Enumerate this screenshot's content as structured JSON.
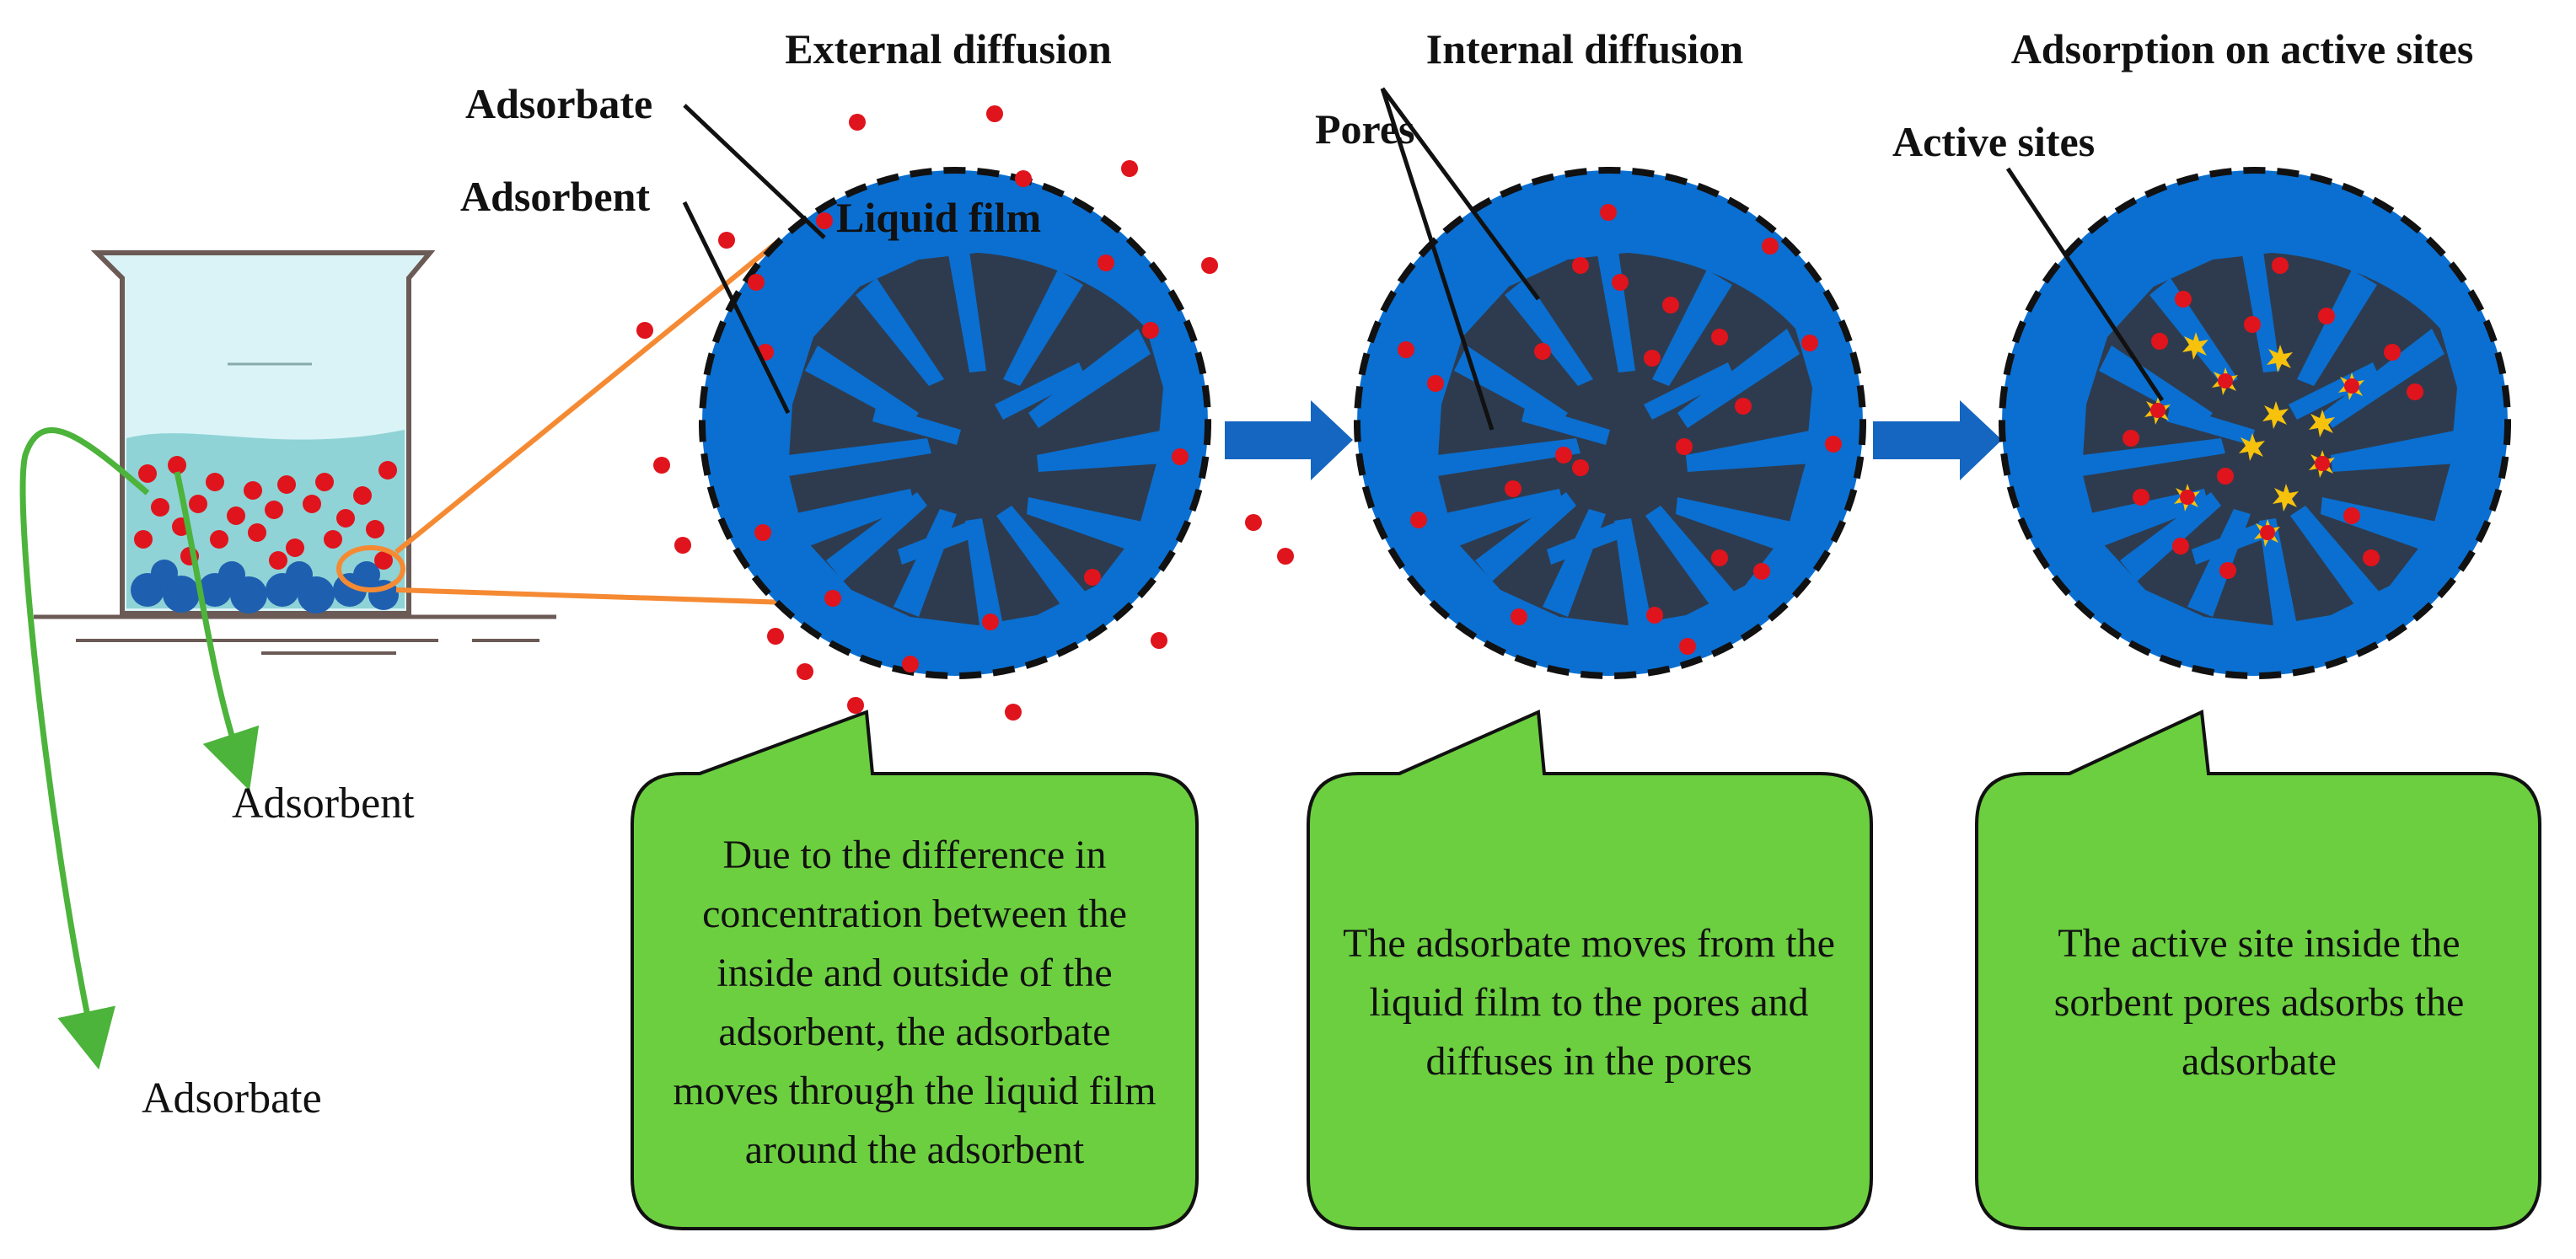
{
  "headings": {
    "external": "External diffusion",
    "internal": "Internal diffusion",
    "adsorption": "Adsorption on active sites"
  },
  "labels": {
    "adsorbate_top": "Adsorbate",
    "adsorbent_top": "Adsorbent",
    "liquid_film": "Liquid film",
    "pores": "Pores",
    "active_sites": "Active sites",
    "adsorbent_left": "Adsorbent",
    "adsorbate_left": "Adsorbate"
  },
  "callouts": {
    "external": "Due to the difference in concentration between the inside and outside of the adsorbent, the adsorbate moves through the liquid film around the adsorbent",
    "internal": "The adsorbate moves from the liquid film to the pores and diffuses in the pores",
    "adsorption": "The active site inside the sorbent pores adsorbs the adsorbate"
  },
  "colors": {
    "sphere": "#0a6fd1",
    "core": "#2e3b4e",
    "particle": "#e0141c",
    "active_site": "#f7c20c",
    "callout_fill": "#6ccf3f",
    "zoom_line": "#f58a33",
    "arrow": "#1566c0",
    "pointer_arrow": "#4cb33b",
    "beaker_liquid": "#8fd3d6"
  }
}
